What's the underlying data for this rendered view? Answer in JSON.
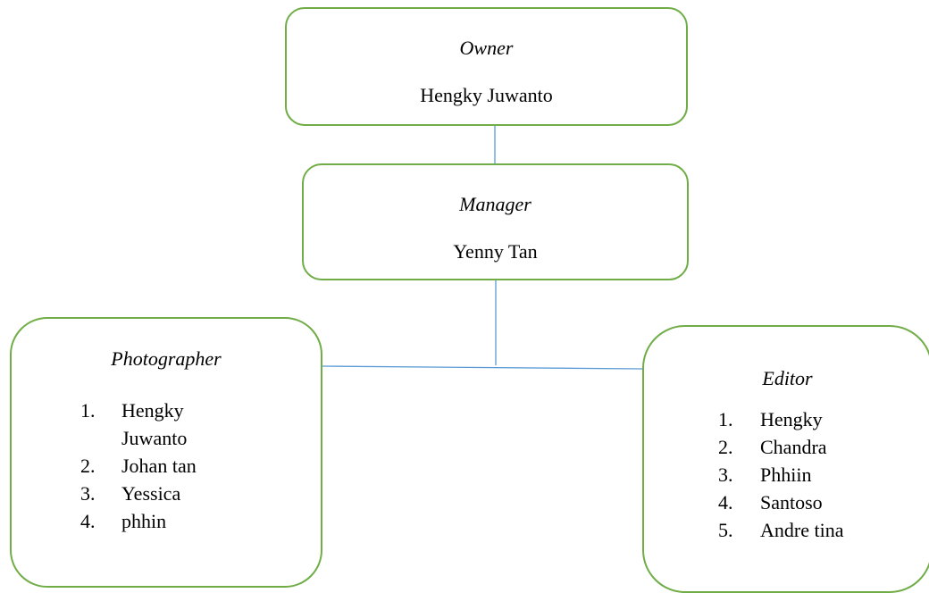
{
  "colors": {
    "box_border": "#70ad47",
    "connector": "#5b9bd5"
  },
  "owner": {
    "role": "Owner",
    "name": "Hengky Juwanto"
  },
  "manager": {
    "role": "Manager",
    "name": "Yenny Tan"
  },
  "photographer": {
    "role": "Photographer",
    "members": [
      {
        "num": "1.",
        "name": "Hengky Juwanto"
      },
      {
        "num": "2.",
        "name": "Johan tan"
      },
      {
        "num": "3.",
        "name": "Yessica"
      },
      {
        "num": "4.",
        "name": "phhin"
      }
    ]
  },
  "editor": {
    "role": "Editor",
    "members": [
      {
        "num": "1.",
        "name": "Hengky"
      },
      {
        "num": "2.",
        "name": "Chandra"
      },
      {
        "num": "3.",
        "name": "Phhiin"
      },
      {
        "num": "4.",
        "name": "Santoso"
      },
      {
        "num": "5.",
        "name": "Andre tina"
      }
    ]
  }
}
